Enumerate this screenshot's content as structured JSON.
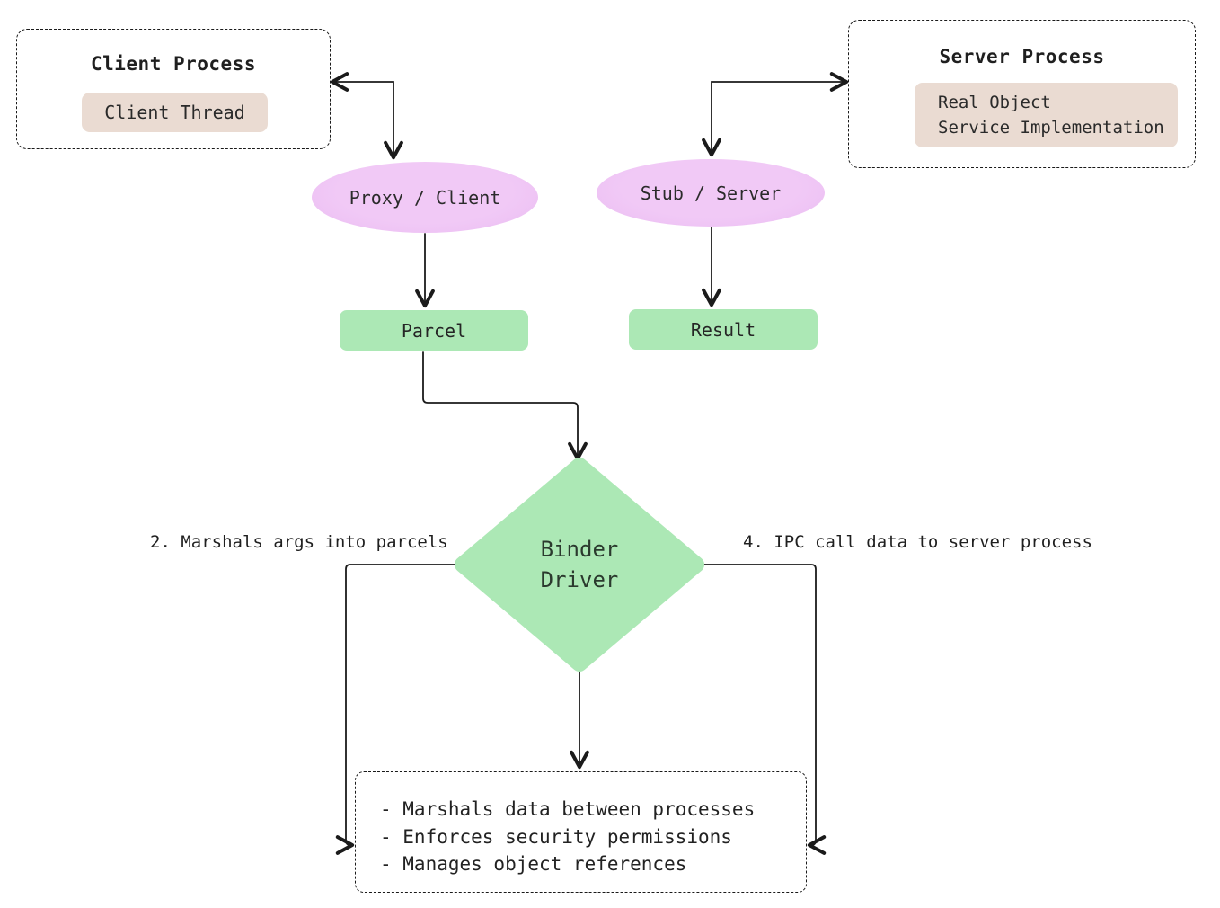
{
  "diagram": {
    "title_implied": "Android Binder IPC flow",
    "background": "#ffffff"
  },
  "colors": {
    "ellipse_purple": "#eec3f4",
    "node_green": "#ace8b5",
    "chip_beige": "#eadbd2",
    "line": "#1b1b1b",
    "text": "#232323"
  },
  "client_process": {
    "title": "Client Process",
    "thread_label": "Client Thread"
  },
  "server_process": {
    "title": "Server Process",
    "line1": "Real Object",
    "line2": "Service Implementation"
  },
  "nodes": {
    "proxy": "Proxy / Client",
    "stub": "Stub / Server",
    "parcel": "Parcel",
    "result": "Result",
    "binder_line1": "Binder",
    "binder_line2": "Driver"
  },
  "annotations": {
    "step2": "2. Marshals args into parcels",
    "step4": "4. IPC call data to server process"
  },
  "notes": {
    "items": [
      "- Marshals data between processes",
      "- Enforces security permissions",
      "- Manages object references"
    ]
  }
}
